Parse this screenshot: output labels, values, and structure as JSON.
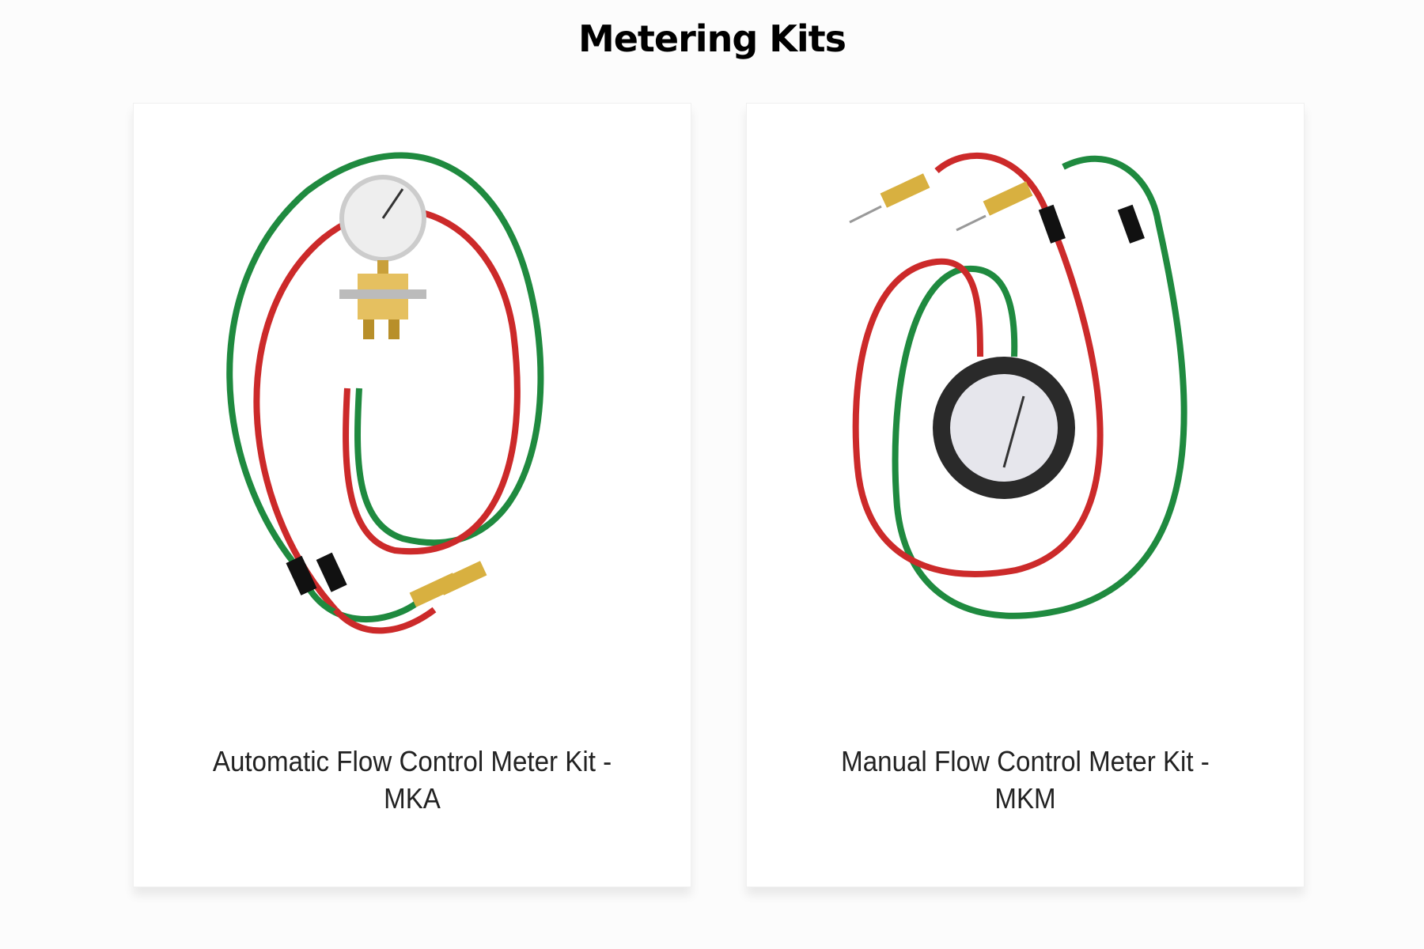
{
  "page": {
    "title": "Metering Kits"
  },
  "products": [
    {
      "name_line1": "Automatic Flow Control Meter Kit -",
      "name_line2": "MKA",
      "image": "hose-gauge-kit-automatic"
    },
    {
      "name_line1": "Manual Flow Control Meter Kit -",
      "name_line2": "MKM",
      "image": "hose-gauge-kit-manual"
    }
  ],
  "colors": {
    "hose_green": "#1f8a3f",
    "hose_red": "#cc2a2a",
    "brass": "#d8b040"
  }
}
